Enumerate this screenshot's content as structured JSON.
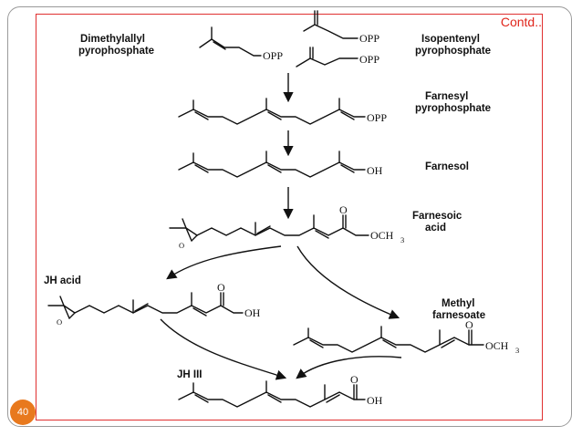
{
  "slide": {
    "contd": "Contd..",
    "page_number": "40"
  },
  "labels": {
    "dimethylallyl_1": "Dimethylallyl",
    "dimethylallyl_2": "pyrophosphate",
    "isopentenyl_1": "Isopentenyl",
    "isopentenyl_2": "pyrophosphate",
    "farnesyl_1": "Farnesyl",
    "farnesyl_2": "pyrophosphate",
    "farnesol": "Farnesol",
    "farnesoic_1": "Farnesoic",
    "farnesoic_2": "acid",
    "jh_acid": "JH acid",
    "methyl_1": "Methyl",
    "methyl_2": "farnesoate",
    "jh_iii": "JH III"
  },
  "groups": {
    "opp": "OPP",
    "oh": "OH",
    "och": "OCH",
    "sub3": "3",
    "o": "O"
  },
  "colors": {
    "accent_red": "#e0261c",
    "badge_orange": "#e8791e",
    "frame_grey": "#9a9a9a"
  }
}
